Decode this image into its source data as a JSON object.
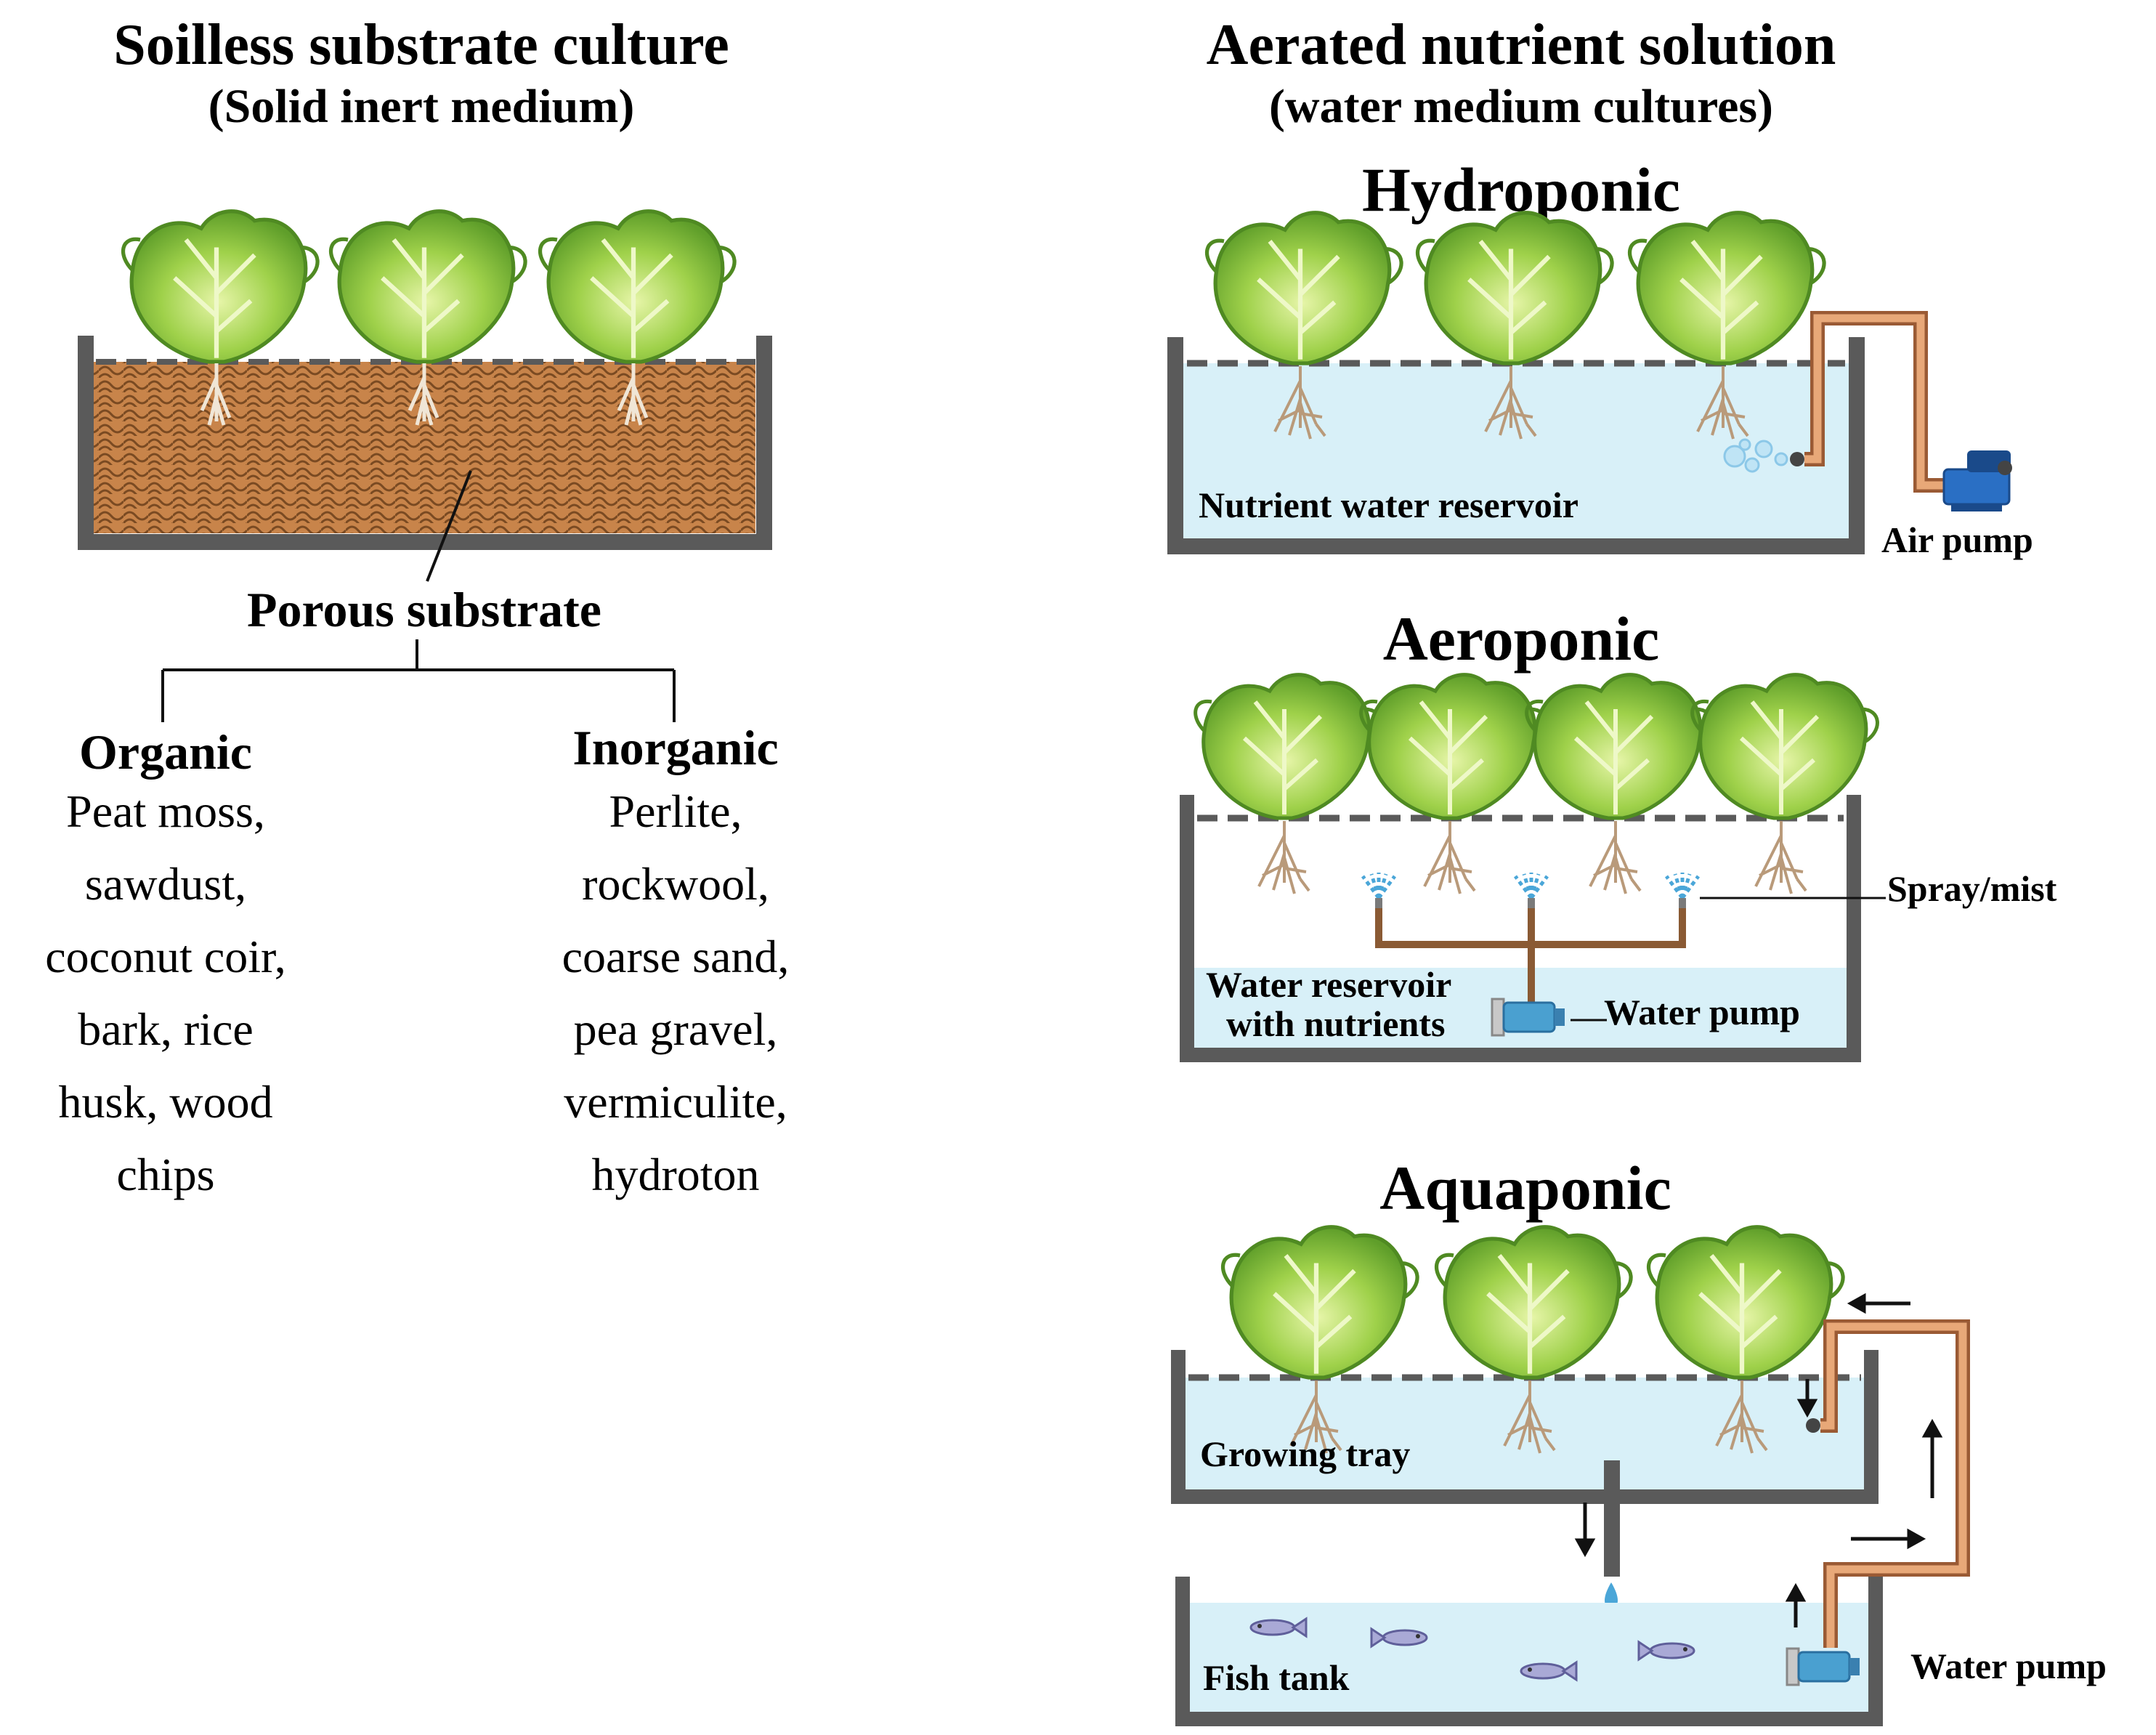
{
  "left": {
    "title": "Soilless substrate culture",
    "subtitle": "(Solid inert medium)",
    "substrate_label": "Porous substrate",
    "organic": {
      "heading": "Organic",
      "items": [
        "Peat moss,",
        "sawdust,",
        "coconut coir,",
        "bark, rice",
        "husk, wood",
        "chips"
      ]
    },
    "inorganic": {
      "heading": "Inorganic",
      "items": [
        "Perlite,",
        "rockwool,",
        "coarse sand,",
        "pea gravel,",
        "vermiculite,",
        "hydroton"
      ]
    }
  },
  "right": {
    "title": "Aerated nutrient solution",
    "subtitle": "(water medium cultures)",
    "hydroponic": {
      "title": "Hydroponic",
      "reservoir_label": "Nutrient water reservoir",
      "pump_label": "Air pump"
    },
    "aeroponic": {
      "title": "Aeroponic",
      "spray_label": "Spray/mist",
      "reservoir_line1": "Water reservoir",
      "reservoir_line2": "with nutrients",
      "pump_label": "Water pump"
    },
    "aquaponic": {
      "title": "Aquaponic",
      "tray_label": "Growing tray",
      "tank_label": "Fish tank",
      "pump_label": "Water pump"
    }
  },
  "colors": {
    "tank_wall": "#5a5a5a",
    "water": "#d8f0f8",
    "substrate": "#c8844a",
    "pipe": "#d98a5a",
    "leaf": "#8cc63f",
    "pump": "#2a6fc4"
  }
}
